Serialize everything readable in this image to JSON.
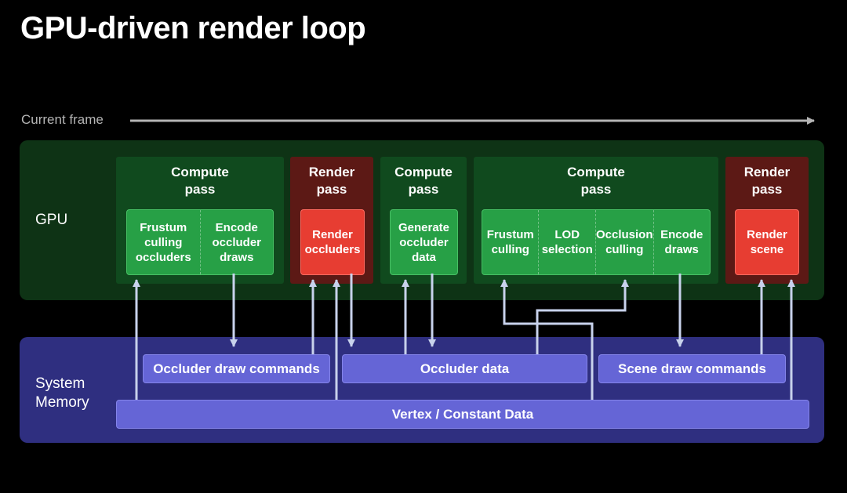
{
  "title": "GPU-driven render loop",
  "timeline": {
    "label": "Current frame"
  },
  "bands": {
    "gpu": "GPU",
    "memory_line1": "System",
    "memory_line2": "Memory"
  },
  "passes": [
    {
      "title_line1": "Compute",
      "title_line2": "pass",
      "kind": "compute",
      "stages": [
        [
          "Frustum",
          "culling",
          "occluders"
        ],
        [
          "Encode",
          "occluder",
          "draws"
        ]
      ]
    },
    {
      "title_line1": "Render",
      "title_line2": "pass",
      "kind": "render",
      "stages": [
        [
          "Render",
          "occluders"
        ]
      ]
    },
    {
      "title_line1": "Compute",
      "title_line2": "pass",
      "kind": "compute",
      "stages": [
        [
          "Generate",
          "occluder",
          "data"
        ]
      ]
    },
    {
      "title_line1": "Compute",
      "title_line2": "pass",
      "kind": "compute",
      "stages": [
        [
          "Frustum",
          "culling"
        ],
        [
          "LOD",
          "selection"
        ],
        [
          "Occlusion",
          "culling"
        ],
        [
          "Encode",
          "draws"
        ]
      ]
    },
    {
      "title_line1": "Render",
      "title_line2": "pass",
      "kind": "render",
      "stages": [
        [
          "Render",
          "scene"
        ]
      ]
    }
  ],
  "memory": {
    "occluder_draw_commands": "Occluder draw commands",
    "occluder_data": "Occluder data",
    "scene_draw_commands": "Scene draw commands",
    "vertex_constant_data": "Vertex / Constant Data"
  },
  "colors": {
    "background": "#000000",
    "gpu_band": "#0e3315",
    "memory_band": "#2f2f80",
    "compute_pass": "#104a1e",
    "render_pass": "#5c1915",
    "stage_green": "#27a046",
    "stage_red": "#e73d32",
    "memory_box": "#6565d6",
    "arrow": "#c8d2ec"
  }
}
